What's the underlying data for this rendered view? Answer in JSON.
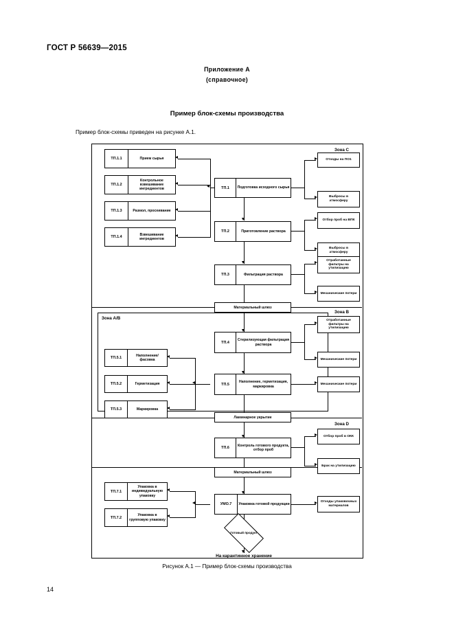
{
  "document": {
    "gost_header": "ГОСТ Р 56639—2015",
    "annex_line1": "Приложение А",
    "annex_line2": "(справочное)",
    "title": "Пример блок-схемы производства",
    "intro": "Пример блок-схемы приведен на рисунке А.1.",
    "figure_caption": "Рисунок А.1 — Пример блок-схемы производства",
    "page_number": "14"
  },
  "diagram": {
    "zones": [
      {
        "label": "Зона C"
      },
      {
        "label": "Зона B"
      },
      {
        "label": "Зона A/B"
      },
      {
        "label": "Зона D"
      }
    ],
    "gateways": [
      {
        "label": "Материальный шлюз"
      },
      {
        "label": "Ламинарное укрытие"
      },
      {
        "label": "Материальный шлюз"
      }
    ],
    "stages": [
      {
        "code": "ТП.1.1",
        "title": "Прием сырья"
      },
      {
        "code": "ТП.1.2",
        "title": "Контрольное взвешивание ингредиентов"
      },
      {
        "code": "ТП.1.3",
        "title": "Размол, просеивание"
      },
      {
        "code": "ТП.1.4",
        "title": "Взвешивание ингредиентов"
      },
      {
        "code": "ТП.1",
        "title": "Подготовка исходного сырья"
      },
      {
        "code": "ТП.2",
        "title": "Приготовление раствора"
      },
      {
        "code": "ТП.3",
        "title": "Фильтрация раствора"
      },
      {
        "code": "ТП.4",
        "title": "Стерилизующая фильтрация раствора"
      },
      {
        "code": "ТП.5.1",
        "title": "Наполнение/ фасовка"
      },
      {
        "code": "ТП.5.2",
        "title": "Герметизация"
      },
      {
        "code": "ТП.5.3",
        "title": "Маркировка"
      },
      {
        "code": "ТП.5",
        "title": "Наполнение, герметизация, маркировка"
      },
      {
        "code": "ТП.6",
        "title": "Контроль готового продукта, отбор проб"
      },
      {
        "code": "ТП.7.1",
        "title": "Упаковка в индивидуальную упаковку"
      },
      {
        "code": "ТП.7.2",
        "title": "Упаковка в групповую упаковку"
      },
      {
        "code": "УМО.7",
        "title": "Упаковка готовой продукции"
      }
    ],
    "outputs": [
      {
        "label": "Отходы на ПО1"
      },
      {
        "label": "Выбросы в атмосферу"
      },
      {
        "label": "Отбор проб на ВПК"
      },
      {
        "label": "Выбросы в атмосферу"
      },
      {
        "label": "Отработанные фильтры на утилизацию"
      },
      {
        "label": "Механические потери"
      },
      {
        "label": "Отработанные фильтры на утилизацию"
      },
      {
        "label": "Механические потери"
      },
      {
        "label": "Механические потери"
      },
      {
        "label": "Отбор проб в ОКК"
      },
      {
        "label": "Брак на утилизацию"
      },
      {
        "label": "Отходы упаковочных материалов"
      }
    ],
    "decision": {
      "label": "Готовый продукт"
    },
    "end_label": "На карантинное хранение"
  }
}
